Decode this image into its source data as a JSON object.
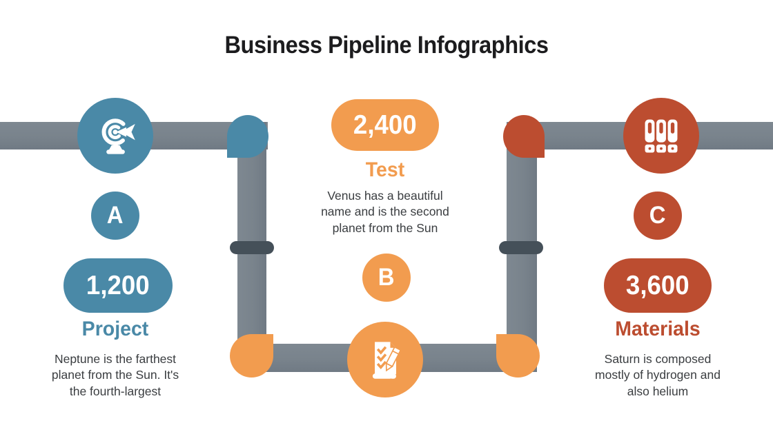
{
  "title": "Business Pipeline Infographics",
  "colors": {
    "blue": "#4A89A7",
    "orange": "#F29C4F",
    "red": "#BC4D30",
    "pipe_gray": "#79838C",
    "pipe_joint_dark": "#455059",
    "body_text": "#3A3D40",
    "title_text": "#1C1C1E"
  },
  "sections": [
    {
      "letter": "A",
      "value": "1,200",
      "label": "Project",
      "description": "Neptune is the farthest planet from the Sun. It's the fourth-largest",
      "icon": "target-icon"
    },
    {
      "letter": "B",
      "value": "2,400",
      "label": "Test",
      "description": "Venus has a beautiful name and is the second planet from the Sun",
      "icon": "checklist-pencil-icon"
    },
    {
      "letter": "C",
      "value": "3,600",
      "label": "Materials",
      "description": "Saturn is composed mostly of hydrogen and also helium",
      "icon": "binders-icon"
    }
  ]
}
